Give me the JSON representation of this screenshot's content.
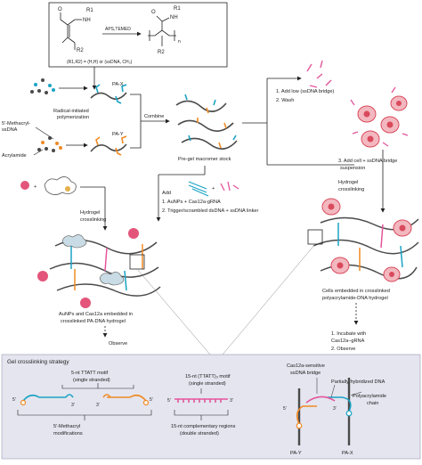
{
  "chem_box": {
    "reagents": "APS,TEMED",
    "r1": "R1",
    "r2": "R2",
    "nh": "NH",
    "o": "O",
    "n": "n",
    "legend": "(R1,R2) = (H,H) or (ssDNA, CH₃)"
  },
  "inputs": {
    "methacryl": "5'-Methacryl-",
    "ssdna": "ssDNA",
    "acrylamide": "Acrylamide"
  },
  "steps": {
    "polymerization_1": "Radical-initiated",
    "polymerization_2": "polymerization",
    "pa_x": "PA-X",
    "pa_y": "PA-Y",
    "combine": "Combine",
    "stock": "Pre-gel macromer stock",
    "add_low_1": "1. Add low (ssDNA bridge)",
    "add_low_2": "2. Wash",
    "add_cell_1": "3. Add cell + ssDNA bridge",
    "add_cell_2": "suspension",
    "hydrogel_right_1": "Hydrogel",
    "hydrogel_right_2": "crosslinking",
    "hydrogel_left_1": "Hydrogel",
    "hydrogel_left_2": "crosslinking",
    "add": "Add",
    "aunps": "1. AuNPs + Cas12a-gRNA",
    "trigger": "2. Trigger/scrambled dsDNA + ssDNA linker",
    "left_caption_1": "AuNPs and Cas12a embedded in",
    "left_caption_2": "crosslinked PA-DNA hydrogel",
    "observe_left": "Observe",
    "right_caption_1": "Cells embedded in crosslinked",
    "right_caption_2": "polyacrylamide-DNA hydrogel",
    "incubate_1": "1. Incubate with",
    "incubate_2": "Cas12a–gRNA",
    "observe_right": "2. Observe"
  },
  "strategy": {
    "title": "Gel crosslinking strategy",
    "motif_1": "5-nt TTATT motif",
    "motif_1b": "(single stranded)",
    "methacryl_1": "5'-Methacryl",
    "methacryl_2": "modifications",
    "motif_2": "15-nt (TTATT)₃ motif",
    "motif_2b": "(single stranded)",
    "comp_1": "15-nt complementary regions",
    "comp_2": "(double stranded)",
    "cas_sensitive_1": "Cas12a-sensitive",
    "cas_sensitive_2": "ssDNA bridge",
    "partial": "Partially hybridized DNA",
    "polyacryl_1": "Polyacrylamide",
    "polyacryl_2": "chain",
    "pa_y": "PA-Y",
    "pa_x": "PA-X",
    "five_prime": "5'",
    "three_prime": "3'",
    "five_prime_b": "5'",
    "three_prime_b": "3'"
  },
  "colors": {
    "teal": "#1aa3c4",
    "orange": "#f08a24",
    "pink": "#e3559b",
    "gray": "#4a4a4a",
    "red_cell": "#d94a5c",
    "panel_bg": "#e4e5ef"
  }
}
